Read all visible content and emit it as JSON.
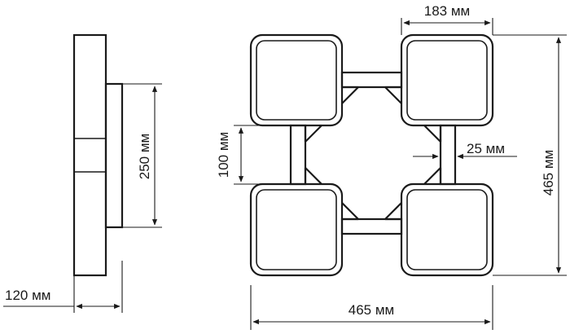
{
  "side_view": {
    "depth_label": "120 мм",
    "height_label": "250 мм"
  },
  "front_view": {
    "module_width_label": "183 мм",
    "gap_label": "100 мм",
    "bar_width_label": "25 мм",
    "total_width_label": "465 мм",
    "total_height_label": "465 мм"
  },
  "colors": {
    "line": "#1a1a1a",
    "background": "#ffffff"
  }
}
